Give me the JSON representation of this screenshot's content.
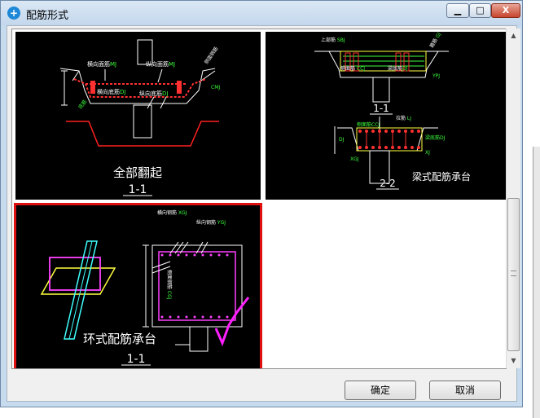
{
  "window": {
    "title": "配筋形式"
  },
  "title_buttons": {
    "minimize": "▁",
    "maximize": "□",
    "close": "X"
  },
  "options": [
    {
      "caption": "全部翻起",
      "section": "1-1",
      "labels": [
        "横向面筋MJ",
        "纵向面筋MJ",
        "横向底筋DJ",
        "纵向底筋DJ",
        "侧面钢筋",
        "CMJ",
        "底筋"
      ]
    },
    {
      "caption": "梁式配筋承台",
      "section_upper": "1-1",
      "section_lower": "2-2",
      "labels": [
        "上部筋 SBJ",
        "侧面筋 CCJ",
        "梁底筋DJ",
        "箍筋 GJ",
        "YPJ",
        "拉筋 LJ",
        "侧面筋CCJ",
        "梁底筋DJ",
        "XGJ",
        "DJ",
        "XJ"
      ]
    },
    {
      "caption": "环式配筋承台",
      "section": "1-1",
      "labels": [
        "横向钢筋 XGJ",
        "纵向钢筋 YGJ",
        "侧面钢筋 CGJ"
      ]
    }
  ],
  "buttons": {
    "ok": "确定",
    "cancel": "取消"
  }
}
